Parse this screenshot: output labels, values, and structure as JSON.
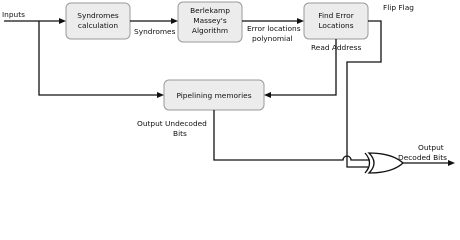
{
  "blocks": {
    "syndromes_calculation": [
      "Syndromes",
      "calculation"
    ],
    "berlekamp_massey": [
      "Berlekamp",
      "Massey's",
      "Algorithm"
    ],
    "find_error_locations": [
      "Find Error",
      "Locations"
    ],
    "pipelining_memories": "Pipelining memories"
  },
  "labels": {
    "inputs": "Inputs",
    "syndromes": "Syndromes",
    "error_locations_polynomial": [
      "Error locations",
      "polynomial"
    ],
    "flip_flag": "Flip Flag",
    "read_address": "Read Address",
    "output_undecoded_bits": [
      "Output Undecoded",
      "Bits"
    ],
    "output_decoded_bits": [
      "Output",
      "Decoded Bits"
    ]
  },
  "gate": {
    "type": "XOR"
  }
}
